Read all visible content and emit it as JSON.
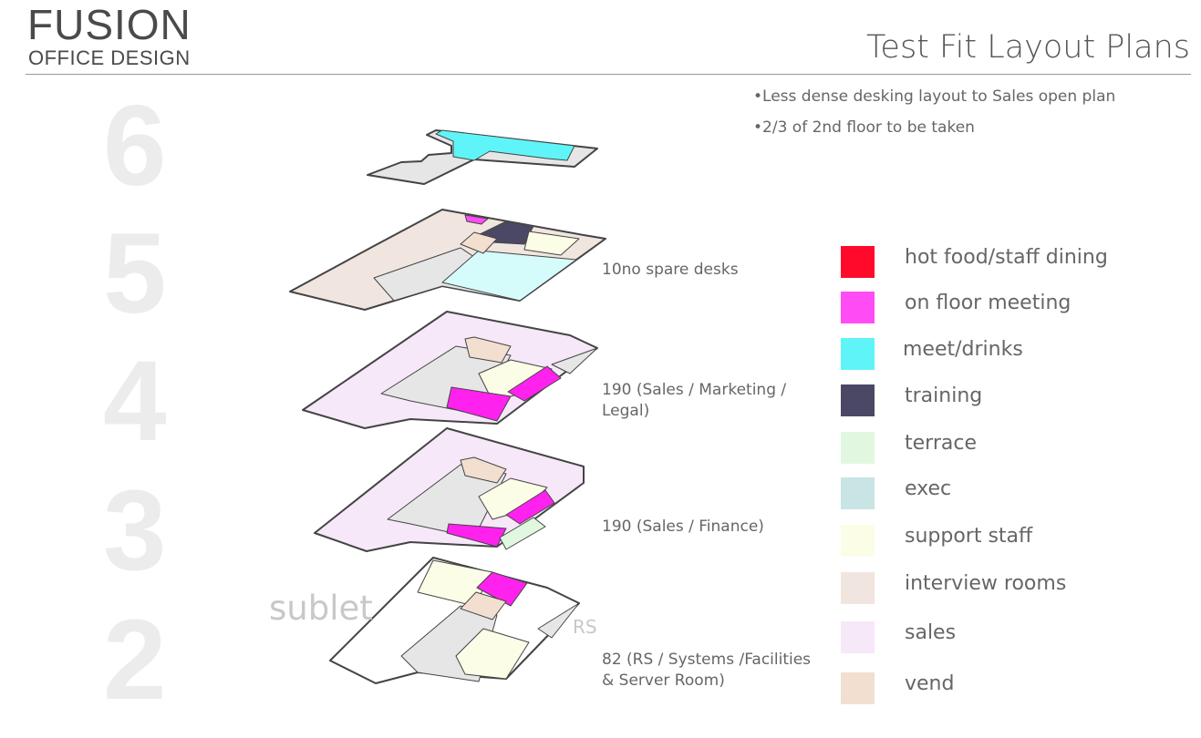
{
  "logo": {
    "line1": "FUSION",
    "line2": "OFFICE DESIGN"
  },
  "title": "Test Fit Layout Plans",
  "notes": [
    "•Less dense desking layout to Sales open plan",
    "•2/3 of 2nd floor to be taken"
  ],
  "floors": [
    {
      "number": "6",
      "label": ""
    },
    {
      "number": "5",
      "label": "10no spare desks"
    },
    {
      "number": "4",
      "label": "190 (Sales / Marketing / Legal)"
    },
    {
      "number": "3",
      "label": "190 (Sales / Finance)"
    },
    {
      "number": "2",
      "label": "82 (RS / Systems /Facilities & Server Room)"
    }
  ],
  "annotations": {
    "sublet": "sublet",
    "rs": "RS"
  },
  "legend": [
    {
      "label": "hot food/staff dining",
      "color": "#ff0a2a"
    },
    {
      "label": "on floor meeting",
      "color": "#ff4cf4"
    },
    {
      "label": "meet/drinks",
      "color": "#5ff5f8"
    },
    {
      "label": "training",
      "color": "#4b4865"
    },
    {
      "label": "terrace",
      "color": "#e2f7e0"
    },
    {
      "label": "exec",
      "color": "#c9e4e4"
    },
    {
      "label": "support staff",
      "color": "#fcfde6"
    },
    {
      "label": "interview rooms",
      "color": "#f1e5df"
    },
    {
      "label": "sales",
      "color": "#f6e8f8"
    },
    {
      "label": "vend",
      "color": "#f2dfd0"
    }
  ]
}
